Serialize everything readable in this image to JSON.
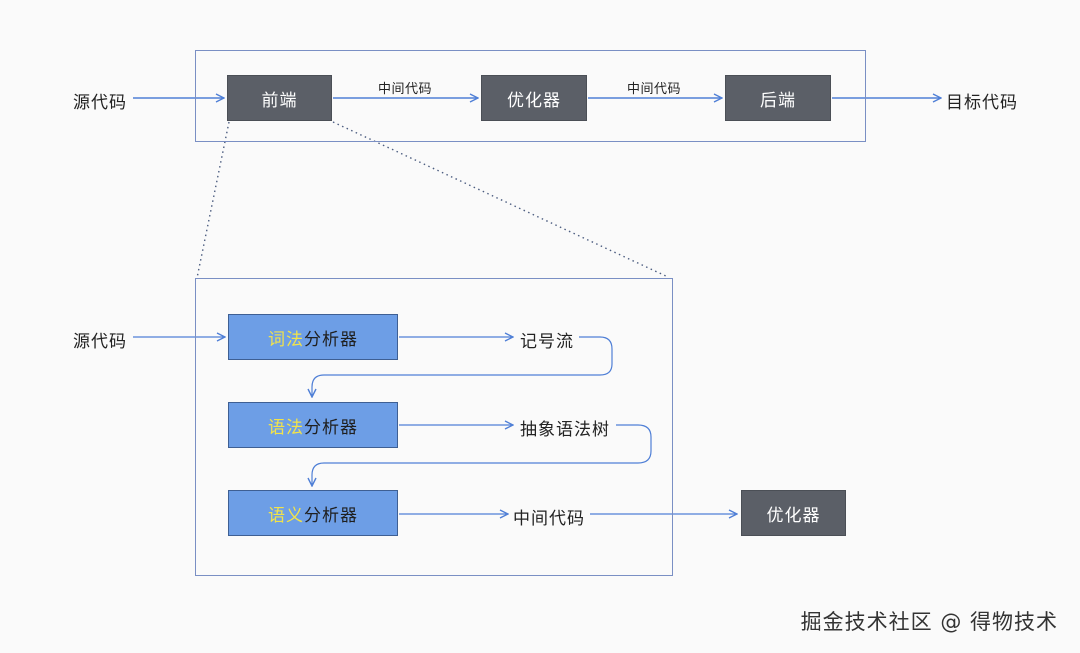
{
  "top": {
    "source": "源代码",
    "frontend": "前端",
    "ir_1": "中间代码",
    "optimizer": "优化器",
    "ir_2": "中间代码",
    "backend": "后端",
    "target": "目标代码"
  },
  "detail": {
    "source": "源代码",
    "lexer": {
      "highlight": "词法",
      "rest": "分析器"
    },
    "token_stream": "记号流",
    "parser": {
      "highlight": "语法",
      "rest": "分析器"
    },
    "ast": "抽象语法树",
    "semantic": {
      "highlight": "语义",
      "rest": "分析器"
    },
    "ir": "中间代码",
    "optimizer": "优化器"
  },
  "colors": {
    "arrow": "#4f7fd6",
    "frame": "#7a8fc4",
    "dark_box": "#5b5f67",
    "blue_box": "#6d9ee6",
    "highlight": "#f2e34a"
  },
  "watermark": "掘金技术社区 @ 得物技术"
}
